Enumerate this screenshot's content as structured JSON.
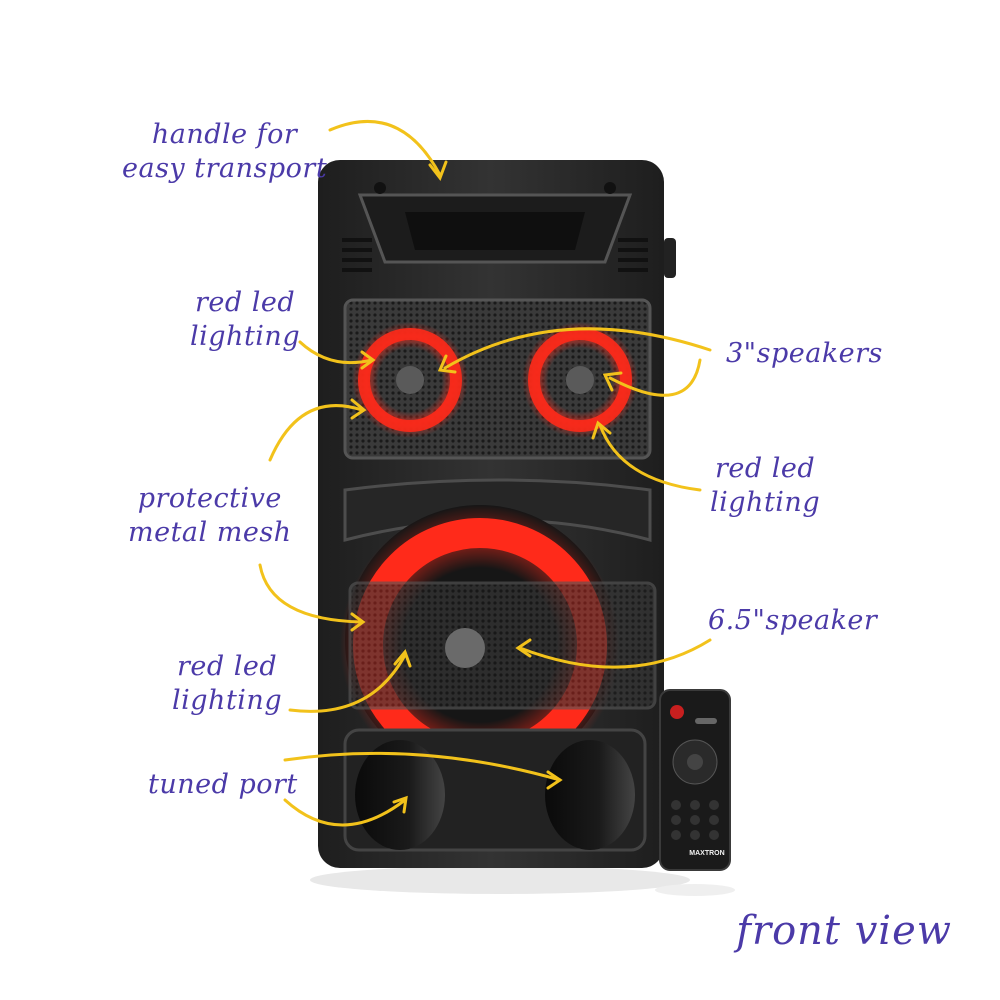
{
  "annotations": {
    "handle": {
      "lines": [
        "handle for",
        "easy transport"
      ]
    },
    "led_top_left": {
      "lines": [
        "red led",
        "lighting"
      ]
    },
    "speakers_3in": {
      "lines": [
        "3\"speakers"
      ]
    },
    "led_top_right": {
      "lines": [
        "red led",
        "lighting"
      ]
    },
    "mesh": {
      "lines": [
        "protective",
        "metal mesh"
      ]
    },
    "speaker_65": {
      "lines": [
        "6.5\"speaker"
      ]
    },
    "led_bottom": {
      "lines": [
        "red led",
        "lighting"
      ]
    },
    "tuned_port": {
      "lines": [
        "tuned port"
      ]
    }
  },
  "footer_label": "front view",
  "remote": {
    "brand": "MAXTRON"
  },
  "colors": {
    "annotation_text": "#4b3aa8",
    "arrow": "#f2c21b",
    "led_red": "#ff2a1a",
    "cabinet": "#2b2b2b"
  }
}
